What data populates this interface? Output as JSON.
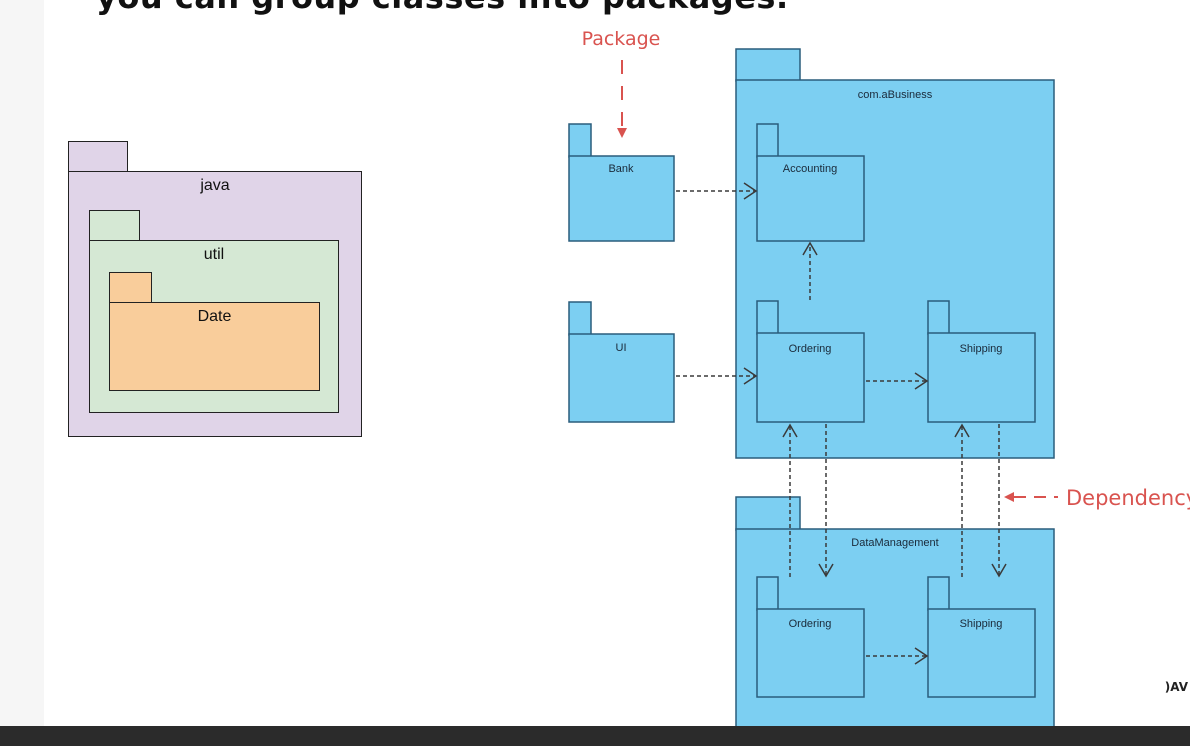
{
  "heading": "you can group classes into packages.",
  "left_diagram": {
    "outer_label": "java",
    "middle_label": "util",
    "inner_label": "Date"
  },
  "right_diagram": {
    "packages": {
      "com_business": "com.aBusiness",
      "bank": "Bank",
      "ui": "UI",
      "accounting": "Accounting",
      "ordering_top": "Ordering",
      "shipping_top": "Shipping",
      "data_management": "DataManagement",
      "ordering_bottom": "Ordering",
      "shipping_bottom": "Shipping"
    },
    "annotations": {
      "package": "Package",
      "dependency": "Dependency"
    },
    "colors": {
      "package_fill": "#7ccff2",
      "package_border": "#2a5d7c",
      "annotation": "#d9534f"
    }
  },
  "watermark": ")AV"
}
